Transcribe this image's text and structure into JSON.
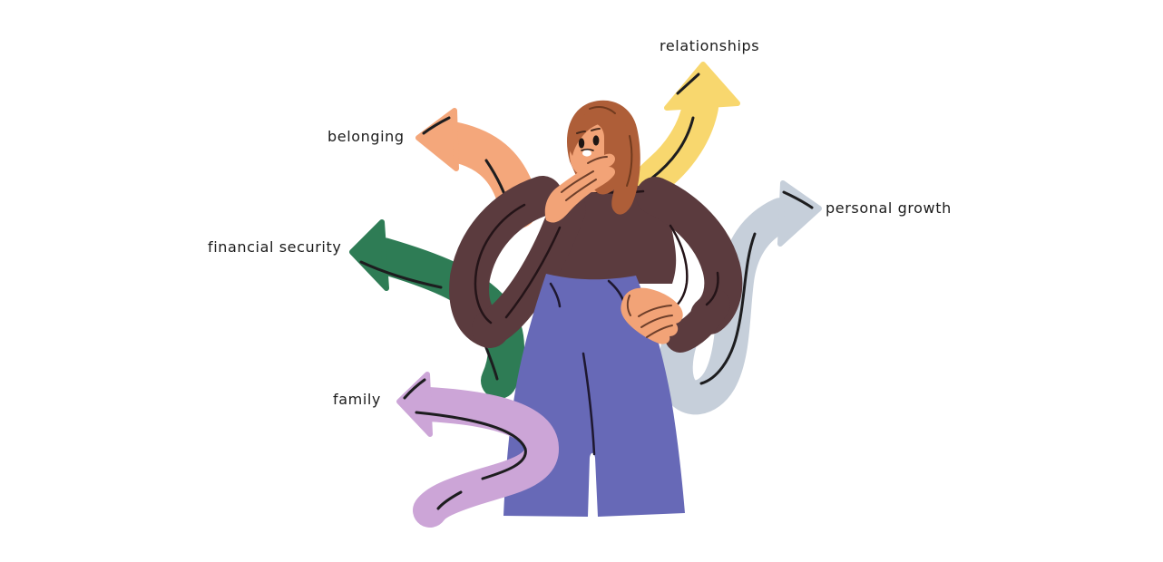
{
  "scene": {
    "background_color": "#ffffff",
    "outline_color": "#1d1d1f"
  },
  "person": {
    "hair_color": "#AE5E38",
    "skin_color": "#F2A377",
    "sweater_color": "#5B3B3E",
    "pants_color": "#6769B7",
    "eye_color": "#1f1613",
    "mouth_color": "#ffffff"
  },
  "arrows": [
    {
      "label": "relationships",
      "color": "#F8D76E",
      "direction": "up"
    },
    {
      "label": "belonging",
      "color": "#F4A77B",
      "direction": "upper-left"
    },
    {
      "label": "financial security",
      "color": "#2E7C55",
      "direction": "left"
    },
    {
      "label": "family",
      "color": "#CCA5D7",
      "direction": "left"
    },
    {
      "label": "personal growth",
      "color": "#C6CFDA",
      "direction": "upper-right"
    }
  ]
}
